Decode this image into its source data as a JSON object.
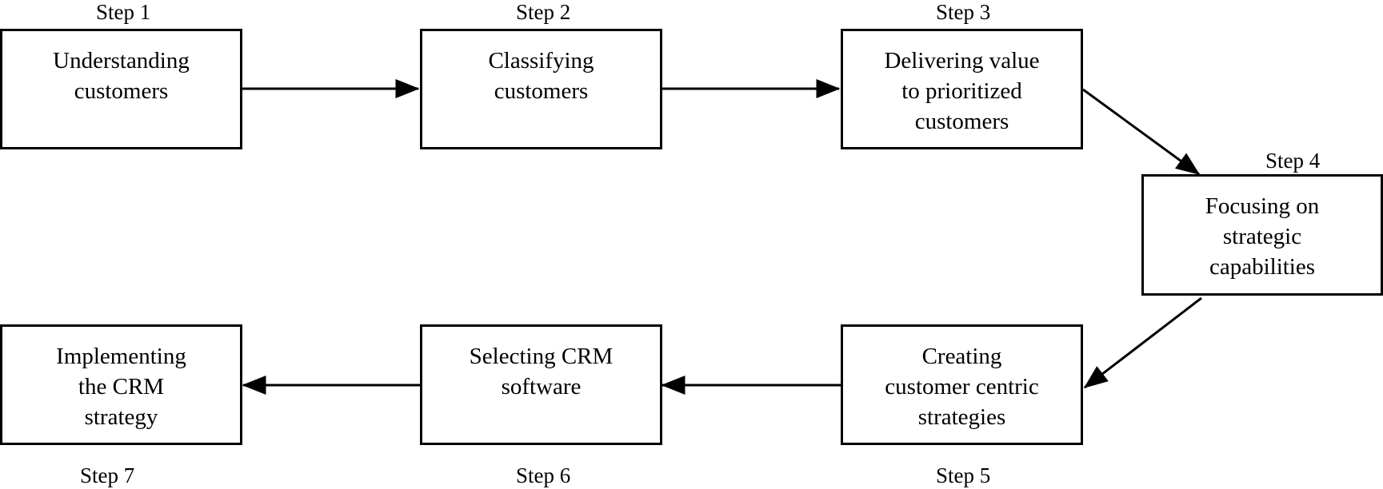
{
  "steps": [
    {
      "label": "Step 1",
      "lines": [
        "Understanding",
        "customers"
      ]
    },
    {
      "label": "Step 2",
      "lines": [
        "Classifying",
        "customers"
      ]
    },
    {
      "label": "Step 3",
      "lines": [
        "Delivering value",
        "to prioritized",
        "customers"
      ]
    },
    {
      "label": "Step 4",
      "lines": [
        "Focusing on",
        "strategic",
        "capabilities"
      ]
    },
    {
      "label": "Step 5",
      "lines": [
        "Creating",
        "customer centric",
        "strategies"
      ]
    },
    {
      "label": "Step 6",
      "lines": [
        "Selecting CRM",
        "software"
      ]
    },
    {
      "label": "Step 7",
      "lines": [
        "Implementing",
        "the CRM",
        "strategy"
      ]
    }
  ],
  "colors": {
    "stroke": "#000000",
    "background": "#ffffff"
  }
}
